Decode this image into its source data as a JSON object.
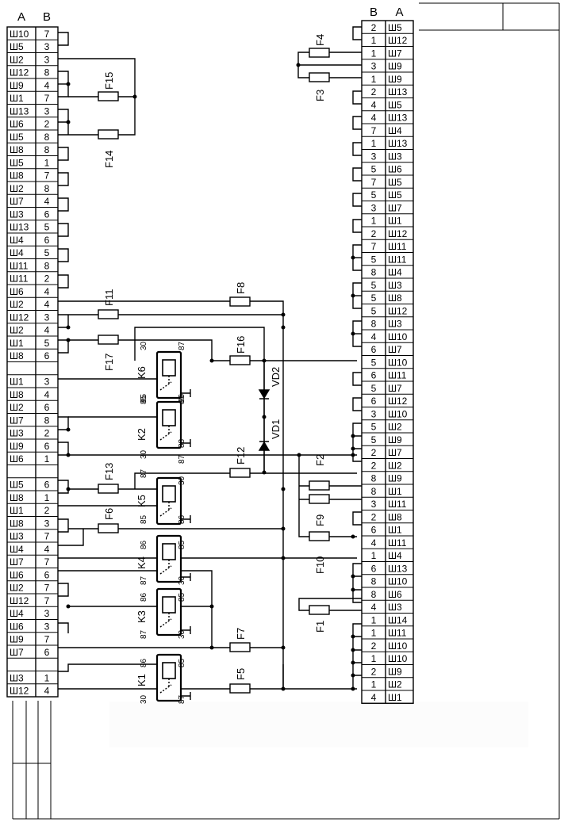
{
  "left_table": {
    "col_a": "A",
    "col_b": "B",
    "rows": [
      {
        "a": "Ш10",
        "b": "7"
      },
      {
        "a": "Ш5",
        "b": "3"
      },
      {
        "a": "Ш2",
        "b": "3"
      },
      {
        "a": "Ш12",
        "b": "8"
      },
      {
        "a": "Ш9",
        "b": "4"
      },
      {
        "a": "Ш1",
        "b": "7"
      },
      {
        "a": "Ш13",
        "b": "3"
      },
      {
        "a": "Ш6",
        "b": "2"
      },
      {
        "a": "Ш5",
        "b": "8"
      },
      {
        "a": "Ш8",
        "b": "8"
      },
      {
        "a": "Ш5",
        "b": "1"
      },
      {
        "a": "Ш8",
        "b": "7"
      },
      {
        "a": "Ш2",
        "b": "8"
      },
      {
        "a": "Ш7",
        "b": "4"
      },
      {
        "a": "Ш3",
        "b": "6"
      },
      {
        "a": "Ш13",
        "b": "5"
      },
      {
        "a": "Ш4",
        "b": "6"
      },
      {
        "a": "Ш4",
        "b": "5"
      },
      {
        "a": "Ш11",
        "b": "8"
      },
      {
        "a": "Ш11",
        "b": "2"
      },
      {
        "a": "Ш6",
        "b": "4"
      },
      {
        "a": "Ш2",
        "b": "4"
      },
      {
        "a": "Ш12",
        "b": "3"
      },
      {
        "a": "Ш2",
        "b": "4"
      },
      {
        "a": "Ш1",
        "b": "5"
      },
      {
        "a": "Ш8",
        "b": "6"
      },
      {
        "a": "",
        "b": ""
      },
      {
        "a": "Ш1",
        "b": "3"
      },
      {
        "a": "Ш8",
        "b": "4"
      },
      {
        "a": "Ш2",
        "b": "6"
      },
      {
        "a": "Ш7",
        "b": "8"
      },
      {
        "a": "Ш3",
        "b": "2"
      },
      {
        "a": "Ш9",
        "b": "6"
      },
      {
        "a": "Ш6",
        "b": "1"
      },
      {
        "a": "",
        "b": ""
      },
      {
        "a": "Ш5",
        "b": "6"
      },
      {
        "a": "Ш8",
        "b": "1"
      },
      {
        "a": "Ш1",
        "b": "2"
      },
      {
        "a": "Ш8",
        "b": "3"
      },
      {
        "a": "Ш3",
        "b": "7"
      },
      {
        "a": "Ш4",
        "b": "4"
      },
      {
        "a": "Ш7",
        "b": "7"
      },
      {
        "a": "Ш6",
        "b": "6"
      },
      {
        "a": "Ш2",
        "b": "7"
      },
      {
        "a": "Ш12",
        "b": "7"
      },
      {
        "a": "Ш4",
        "b": "3"
      },
      {
        "a": "Ш6",
        "b": "3"
      },
      {
        "a": "Ш9",
        "b": "7"
      },
      {
        "a": "Ш7",
        "b": "6"
      },
      {
        "a": "",
        "b": ""
      },
      {
        "a": "Ш3",
        "b": "1"
      },
      {
        "a": "Ш12",
        "b": "4"
      }
    ]
  },
  "right_table": {
    "col_b": "B",
    "col_a": "A",
    "rows": [
      {
        "b": "2",
        "a": "Ш5"
      },
      {
        "b": "1",
        "a": "Ш12"
      },
      {
        "b": "1",
        "a": "Ш7"
      },
      {
        "b": "3",
        "a": "Ш9"
      },
      {
        "b": "1",
        "a": "Ш9"
      },
      {
        "b": "2",
        "a": "Ш13"
      },
      {
        "b": "4",
        "a": "Ш5"
      },
      {
        "b": "4",
        "a": "Ш13"
      },
      {
        "b": "7",
        "a": "Ш4"
      },
      {
        "b": "1",
        "a": "Ш13"
      },
      {
        "b": "3",
        "a": "Ш3"
      },
      {
        "b": "5",
        "a": "Ш6"
      },
      {
        "b": "7",
        "a": "Ш5"
      },
      {
        "b": "5",
        "a": "Ш5"
      },
      {
        "b": "3",
        "a": "Ш7"
      },
      {
        "b": "1",
        "a": "Ш1"
      },
      {
        "b": "2",
        "a": "Ш12"
      },
      {
        "b": "7",
        "a": "Ш11"
      },
      {
        "b": "5",
        "a": "Ш11"
      },
      {
        "b": "8",
        "a": "Ш4"
      },
      {
        "b": "5",
        "a": "Ш3"
      },
      {
        "b": "5",
        "a": "Ш8"
      },
      {
        "b": "5",
        "a": "Ш12"
      },
      {
        "b": "8",
        "a": "Ш3"
      },
      {
        "b": "4",
        "a": "Ш10"
      },
      {
        "b": "6",
        "a": "Ш7"
      },
      {
        "b": "5",
        "a": "Ш10"
      },
      {
        "b": "6",
        "a": "Ш11"
      },
      {
        "b": "5",
        "a": "Ш7"
      },
      {
        "b": "6",
        "a": "Ш12"
      },
      {
        "b": "3",
        "a": "Ш10"
      },
      {
        "b": "5",
        "a": "Ш2"
      },
      {
        "b": "5",
        "a": "Ш9"
      },
      {
        "b": "2",
        "a": "Ш7"
      },
      {
        "b": "2",
        "a": "Ш2"
      },
      {
        "b": "8",
        "a": "Ш9"
      },
      {
        "b": "8",
        "a": "Ш1"
      },
      {
        "b": "3",
        "a": "Ш11"
      },
      {
        "b": "2",
        "a": "Ш8"
      },
      {
        "b": "6",
        "a": "Ш1"
      },
      {
        "b": "4",
        "a": "Ш11"
      },
      {
        "b": "1",
        "a": "Ш4"
      },
      {
        "b": "6",
        "a": "Ш13"
      },
      {
        "b": "8",
        "a": "Ш10"
      },
      {
        "b": "8",
        "a": "Ш6"
      },
      {
        "b": "4",
        "a": "Ш3"
      },
      {
        "b": "1",
        "a": "Ш14"
      },
      {
        "b": "1",
        "a": "Ш11"
      },
      {
        "b": "2",
        "a": "Ш10"
      },
      {
        "b": "1",
        "a": "Ш10"
      },
      {
        "b": "2",
        "a": "Ш9"
      },
      {
        "b": "1",
        "a": "Ш2"
      },
      {
        "b": "4",
        "a": "Ш1"
      }
    ]
  },
  "fuses": {
    "f1": "F1",
    "f2": "F2",
    "f3": "F3",
    "f4": "F4",
    "f5": "F5",
    "f6": "F6",
    "f7": "F7",
    "f8": "F8",
    "f9": "F9",
    "f10": "F10",
    "f11": "F11",
    "f12": "F12",
    "f13": "F13",
    "f14": "F14",
    "f15": "F15",
    "f16": "F16",
    "f17": "F17"
  },
  "relays": {
    "k1": "K1",
    "k2": "K2",
    "k3": "K3",
    "k4": "K4",
    "k5": "K5",
    "k6": "K6"
  },
  "diodes": {
    "vd1": "VD1",
    "vd2": "VD2"
  },
  "pins": {
    "p30": "30",
    "p85": "85",
    "p86": "86",
    "p87": "87",
    "p88": "88"
  }
}
